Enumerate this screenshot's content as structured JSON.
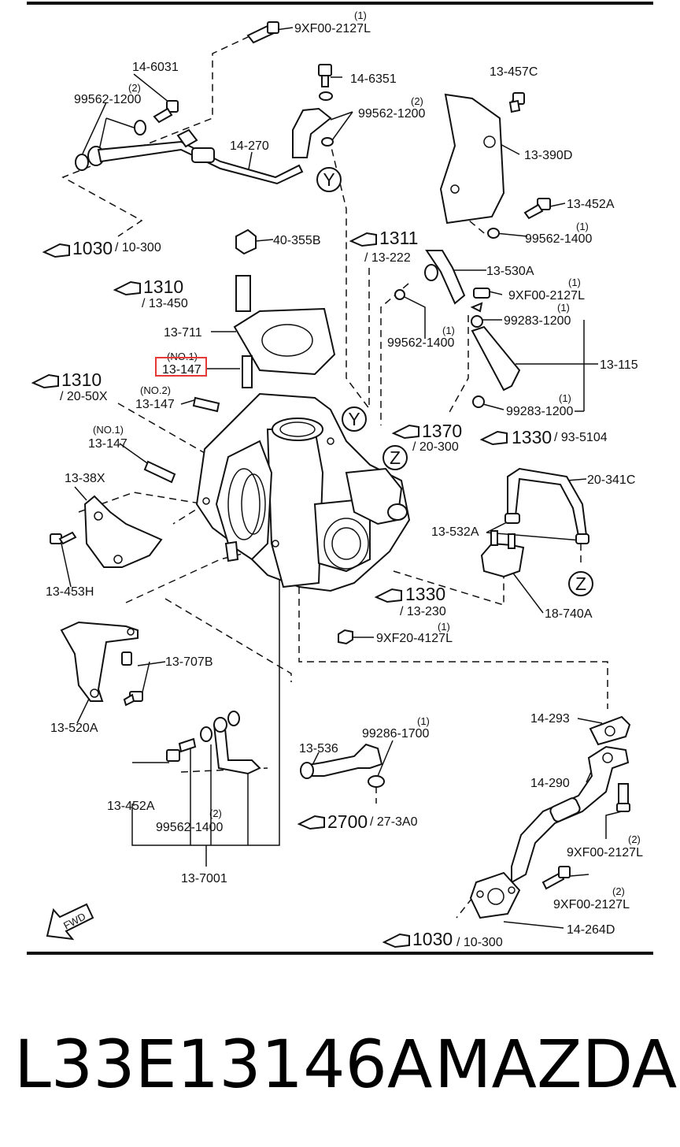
{
  "footer": {
    "part_number": "L33E13146A",
    "brand": "MAZDA"
  },
  "highlight": {
    "color": "#e53935"
  },
  "letters": {
    "y": "Y",
    "z": "Z",
    "fwd": "FWD"
  },
  "labels": {
    "p9XF00_2127L_top": "9XF00-2127L",
    "q1_top": "(1)",
    "p14_6031": "14-6031",
    "p14_6351": "14-6351",
    "p13_457C": "13-457C",
    "p99562_1200_left": "99562-1200",
    "q2_left": "(2)",
    "p99562_1200_right": "99562-1200",
    "q2_right": "(2)",
    "p14_270": "14-270",
    "p13_390D": "13-390D",
    "p13_452A_top": "13-452A",
    "p99562_1400_r": "99562-1400",
    "q1_99562_1400_r": "(1)",
    "p40_355B": "40-355B",
    "p13_530A": "13-530A",
    "p9XF00_2127L_mid": "9XF00-2127L",
    "q1_mid": "(1)",
    "p99283_1200_a": "99283-1200",
    "q1_99283_a": "(1)",
    "p13_711": "13-711",
    "p99562_1400_c": "99562-1400",
    "q1_99562_1400_c": "(1)",
    "no1_highlight": "(NO.1)",
    "p13_147_highlight": "13-147",
    "p13_115": "13-115",
    "no2": "(NO.2)",
    "p13_147_no2": "13-147",
    "p99283_1200_b": "99283-1200",
    "q1_99283_b": "(1)",
    "no1_left": "(NO.1)",
    "p13_147_left": "13-147",
    "p13_38X": "13-38X",
    "p20_341C": "20-341C",
    "p13_532A": "13-532A",
    "p13_453H": "13-453H",
    "p18_740A": "18-740A",
    "p9XF20_4127L": "9XF20-4127L",
    "q1_9XF20": "(1)",
    "p13_707B": "13-707B",
    "p13_520A": "13-520A",
    "p14_293": "14-293",
    "p99286_1700": "99286-1700",
    "q1_99286": "(1)",
    "p13_536": "13-536",
    "p14_290": "14-290",
    "p13_452A_bottom": "13-452A",
    "p99562_1400_b": "99562-1400",
    "q2_99562_1400_b": "(2)",
    "p9XF00_2127L_b1": "9XF00-2127L",
    "q2_b1": "(2)",
    "p13_7001": "13-7001",
    "p9XF00_2127L_b2": "9XF00-2127L",
    "q2_b2": "(2)",
    "p14_264D": "14-264D"
  },
  "refs": {
    "r1030_top": "1030",
    "r1030_top_sub": "/ 10-300",
    "r1311": "1311",
    "r1311_sub": "/ 13-222",
    "r1310_a": "1310",
    "r1310_a_sub": "/ 13-450",
    "r1310_b": "1310",
    "r1310_b_sub": "/ 20-50X",
    "r1370": "1370",
    "r1370_sub": "/ 20-300",
    "r1330_a": "1330",
    "r1330_a_sub": "/ 93-5104",
    "r1330_b": "1330",
    "r1330_b_sub": "/ 13-230",
    "r2700": "2700",
    "r2700_sub": "/ 27-3A0",
    "r1030_bottom": "1030",
    "r1030_bottom_sub": "/ 10-300"
  }
}
